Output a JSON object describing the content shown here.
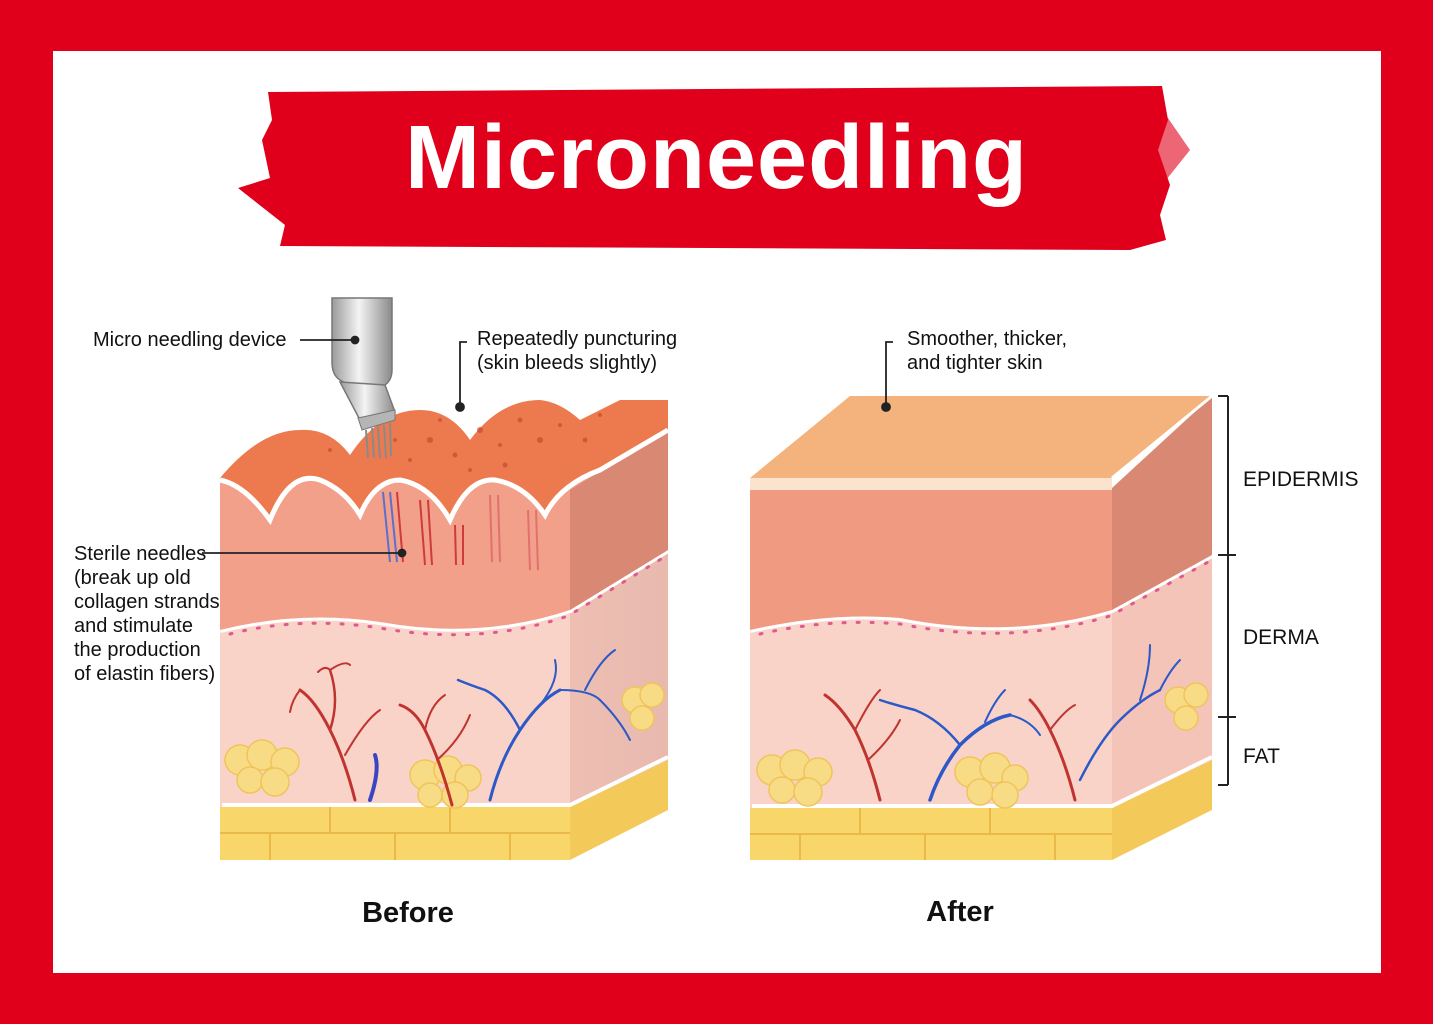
{
  "title": "Microneedling",
  "before": {
    "caption": "Before",
    "device_label": "Micro needling device",
    "puncture_label": "Repeatedly puncturing\n(skin bleeds slightly)",
    "needles_label": "Sterile needles\n(break up old\ncollagen strands\nand stimulate\nthe production\nof elastin fibers)"
  },
  "after": {
    "caption": "After",
    "result_label": "Smoother, thicker,\nand tighter skin"
  },
  "layers": [
    "EPIDERMIS",
    "DERMA",
    "FAT"
  ],
  "colors": {
    "frame_red": "#e0001b",
    "epidermis_top": "#f4b27c",
    "epidermis_front": "#f19a82",
    "derma": "#f9cfc5",
    "fat": "#f8d66a"
  }
}
